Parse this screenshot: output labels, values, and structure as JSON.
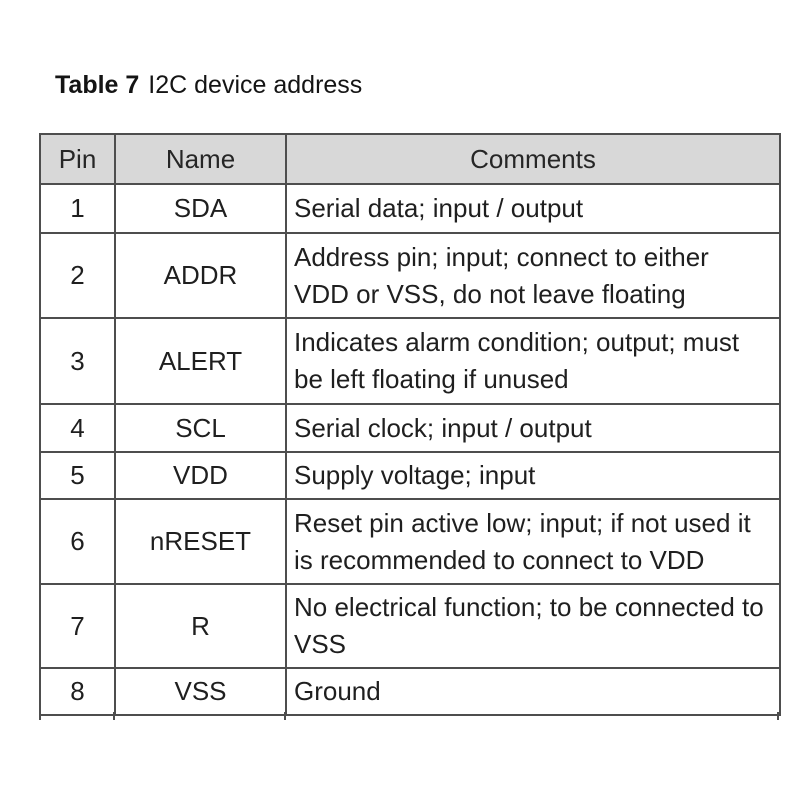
{
  "caption": {
    "label": "Table 7",
    "text": "I2C device address"
  },
  "table": {
    "headers": [
      "Pin",
      "Name",
      "Comments"
    ],
    "rows": [
      {
        "pin": "1",
        "name": "SDA",
        "comment": "Serial data; input / output",
        "lines": [
          "Serial data; input / output"
        ]
      },
      {
        "pin": "2",
        "name": "ADDR",
        "comment": "Address pin; input; connect to either VDD or VSS, do not leave floating",
        "lines": [
          "Address pin; input; connect to either",
          "VDD or VSS, do not leave floating"
        ]
      },
      {
        "pin": "3",
        "name": "ALERT",
        "comment": "Indicates alarm condition; output; must be left floating if unused",
        "lines": [
          "Indicates alarm condition; output; must",
          "be left floating if unused"
        ]
      },
      {
        "pin": "4",
        "name": "SCL",
        "comment": "Serial clock; input / output",
        "lines": [
          "Serial clock; input / output"
        ]
      },
      {
        "pin": "5",
        "name": "VDD",
        "comment": "Supply voltage; input",
        "lines": [
          "Supply voltage; input"
        ]
      },
      {
        "pin": "6",
        "name": "nRESET",
        "comment": "Reset pin active low; input; if not used it is recommended to connect to VDD",
        "lines": [
          "Reset pin active low; input; if not used it",
          "is recommended to connect to VDD"
        ]
      },
      {
        "pin": "7",
        "name": "R",
        "comment": "No electrical function; to be connected to VSS",
        "lines": [
          "No electrical function; to be connected to",
          "VSS"
        ]
      },
      {
        "pin": "8",
        "name": "VSS",
        "comment": "Ground",
        "lines": [
          "Ground"
        ]
      }
    ]
  },
  "colors": {
    "header_bg": "#d8d8d8",
    "border": "#4e4e4e",
    "text": "#1f1f1f"
  }
}
